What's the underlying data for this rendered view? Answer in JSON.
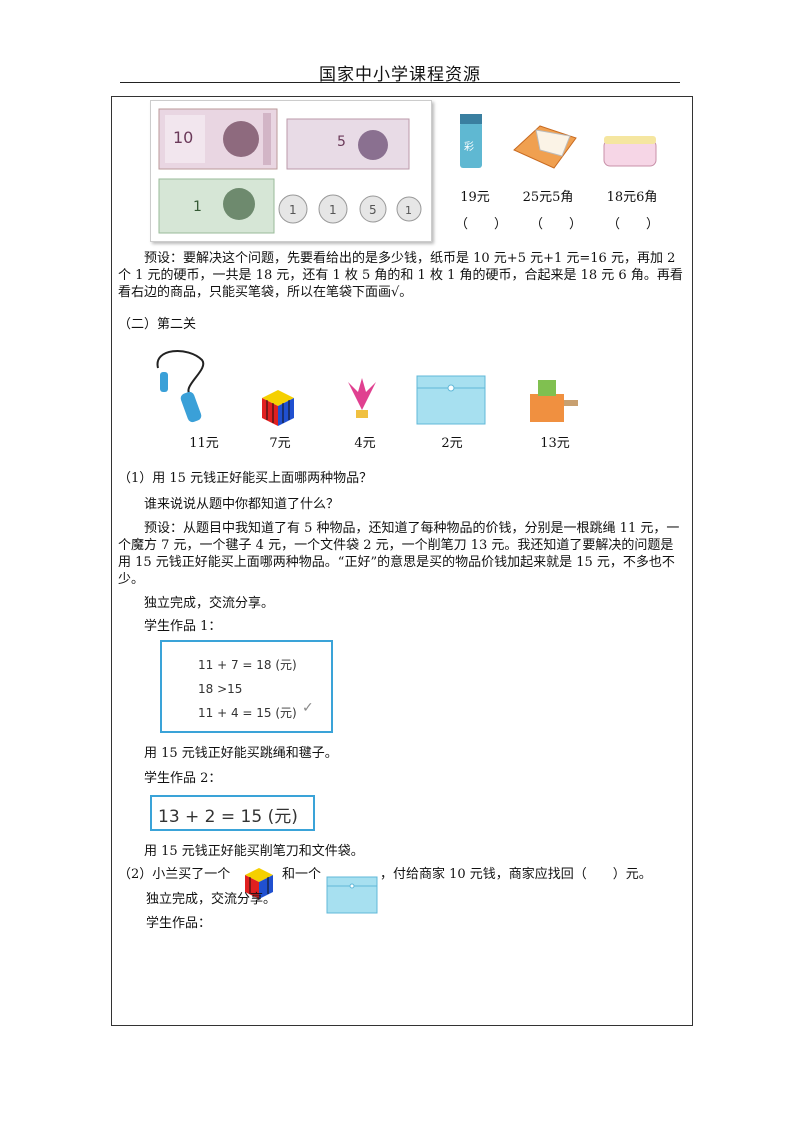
{
  "header": {
    "title": "国家中小学课程资源"
  },
  "section1": {
    "items": [
      {
        "price": "19元",
        "paren": "（　　）"
      },
      {
        "price": "25元5角",
        "paren": "（　　）"
      },
      {
        "price": "18元6角",
        "paren": "（　　）"
      }
    ],
    "preset": "预设：要解决这个问题，先要看给出的是多少钱，纸币是 10 元+5 元+1 元=16 元，再加 2 个 1 元的硬币，一共是 18 元，还有 1 枚 5 角的和 1 枚 1 角的硬币，合起来是 18 元 6 角。再看看右边的商品，只能买笔袋，所以在笔袋下面画√。"
  },
  "section2": {
    "title": "（二）第二关",
    "items": [
      {
        "price": "11元"
      },
      {
        "price": "7元"
      },
      {
        "price": "4元"
      },
      {
        "price": "2元"
      },
      {
        "price": "13元"
      }
    ],
    "q1": "（1）用 15 元钱正好能买上面哪两种物品？",
    "ask": "谁来说说从题中你都知道了什么？",
    "preset": "预设：从题目中我知道了有 5 种物品，还知道了每种物品的价钱，分别是一根跳绳 11 元，一个魔方 7 元，一个毽子 4 元，一个文件袋 2 元，一个削笔刀 13 元。我还知道了要解决的问题是用 15 元钱正好能买上面哪两种物品。“正好”的意思是买的物品价钱加起来就是 15 元，不多也不少。",
    "independent": "独立完成，交流分享。",
    "work1_label": "学生作品 1：",
    "work1_lines": [
      "11 + 7 = 18 (元)",
      "18 >15",
      "11 + 4 = 15 (元)"
    ],
    "work1_check": "✓",
    "work1_result": "用 15 元钱正好能买跳绳和毽子。",
    "work2_label": "学生作品 2：",
    "work2_line": "13 + 2 = 15 (元)",
    "work2_result": "用 15 元钱正好能买削笔刀和文件袋。",
    "q2_a": "（2）小兰买了一个",
    "q2_b": "和一个",
    "q2_c": "，付给商家 10 元钱，商家应找回（　　）元。",
    "independent2": "独立完成，交流分享。",
    "work3_label": "学生作品："
  },
  "colors": {
    "frame_blue": "#3aa3d8",
    "folder_blue": "#9fdcef"
  }
}
